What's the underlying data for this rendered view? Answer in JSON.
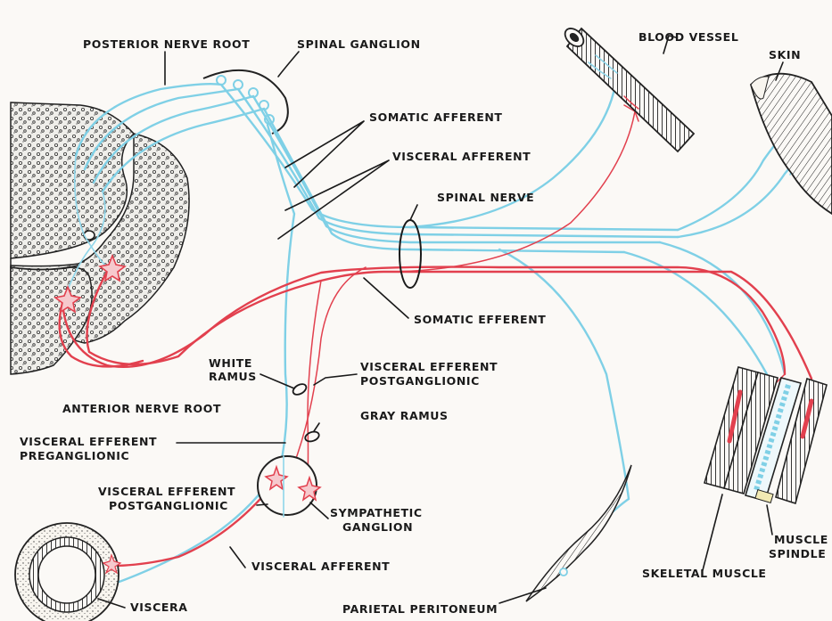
{
  "labels": {
    "posterior_nerve_root": "POSTERIOR NERVE ROOT",
    "spinal_ganglion": "SPINAL GANGLION",
    "blood_vessel": "BLOOD VESSEL",
    "skin": "SKIN",
    "somatic_afferent": "SOMATIC AFFERENT",
    "visceral_afferent_top": "VISCERAL AFFERENT",
    "spinal_nerve": "SPINAL NERVE",
    "somatic_efferent": "SOMATIC EFFERENT",
    "white_ramus_1": "WHITE",
    "white_ramus_2": "RAMUS",
    "visceral_efferent_post_top_1": "VISCERAL EFFERENT",
    "visceral_efferent_post_top_2": "POSTGANGLIONIC",
    "anterior_nerve_root": "ANTERIOR NERVE ROOT",
    "gray_ramus": "GRAY RAMUS",
    "visceral_efferent_pre_1": "VISCERAL EFFERENT",
    "visceral_efferent_pre_2": "PREGANGLIONIC",
    "visceral_efferent_post_bottom_1": "VISCERAL EFFERENT",
    "visceral_efferent_post_bottom_2": "POSTGANGLIONIC",
    "sympathetic_ganglion_1": "SYMPATHETIC",
    "sympathetic_ganglion_2": "GANGLION",
    "visceral_afferent_bottom": "VISCERAL AFFERENT",
    "viscera": "VISCERA",
    "parietal_peritoneum": "PARIETAL PERITONEUM",
    "skeletal_muscle": "SKELETAL MUSCLE",
    "muscle_spindle_1": "MUSCLE",
    "muscle_spindle_2": "SPINDLE"
  },
  "colors": {
    "afferent": "#7fd0e6",
    "efferent": "#e2404e",
    "ink": "#1a1a1a",
    "background": "#fbf9f6"
  }
}
